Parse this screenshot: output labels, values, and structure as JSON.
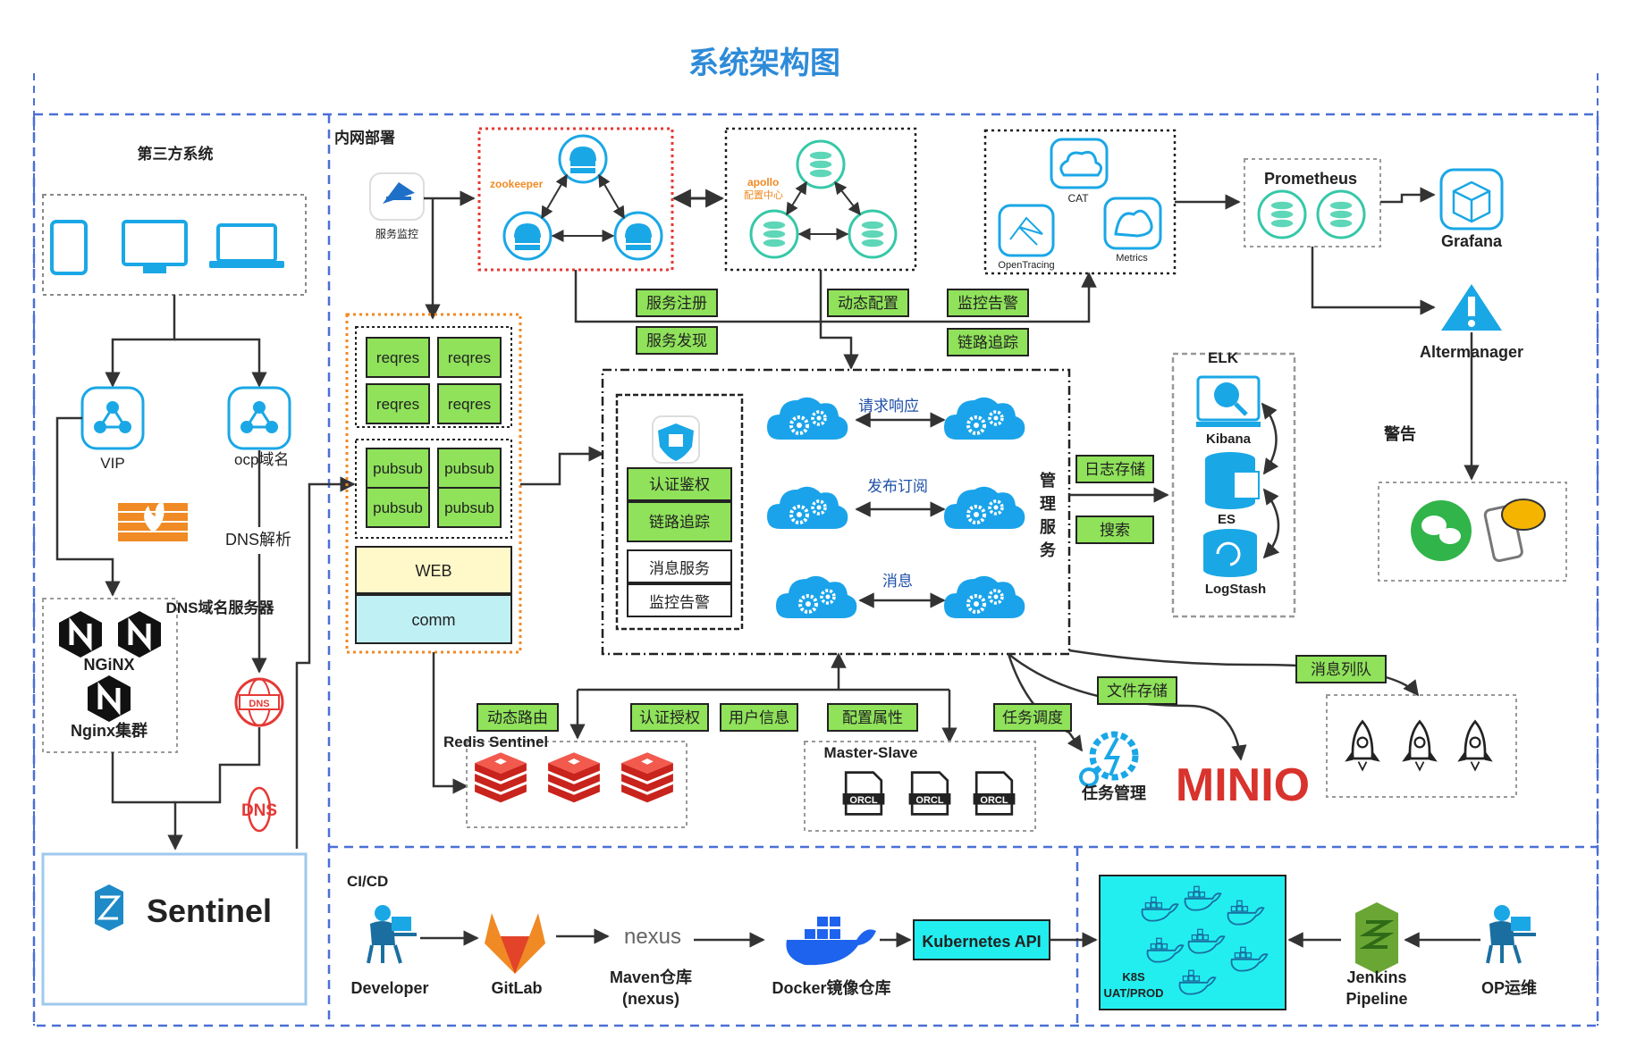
{
  "title": "系统架构图",
  "colors": {
    "title": "#2e8bd8",
    "panel_dash": "#4a6fd6",
    "green_label": "#8fe25a",
    "icon_blue": "#1aa7e6",
    "cloud_blue": "#1aa3ea",
    "zk_red": "#e53935",
    "mq_orange": "#f08a24",
    "redis_red": "#d8332c",
    "web_yellow": "#fff8c8",
    "comm_cyan": "#bff0f4",
    "k8s_cyan": "#22eef0",
    "wechat_green": "#31b44a"
  },
  "sections": {
    "third_party": "第三方系统",
    "intranet": "内网部署",
    "cicd": "CI/CD"
  },
  "left": {
    "vip": "VIP",
    "ocp_domain": "ocp域名",
    "dns_resolve": "DNS解析",
    "dns_server": "DNS域名服务器",
    "nginx_cluster": "Nginx集群",
    "nginx_word": "NGiNX",
    "dns_word": "DNS",
    "sentinel": "Sentinel"
  },
  "top": {
    "service_monitor": "服务监控",
    "zookeeper": "zookeeper",
    "apollo": "apollo",
    "apollo_sub": "配置中心",
    "cat": "CAT",
    "opentracing": "OpenTracing",
    "metrics": "Metrics",
    "prometheus": "Prometheus",
    "grafana": "Grafana",
    "altermanager": "Altermanager",
    "alert": "警告"
  },
  "labels": {
    "service_register": "服务注册",
    "service_discovery": "服务发现",
    "dynamic_config": "动态配置",
    "monitor_alert": "监控告警",
    "trace": "链路追踪",
    "log_store": "日志存储",
    "search": "搜索",
    "file_store": "文件存储",
    "task_schedule": "任务调度",
    "dynamic_route": "动态路由",
    "auth": "认证授权",
    "user_info": "用户信息",
    "config_attr": "配置属性",
    "message_queue": "消息列队"
  },
  "app_stack": {
    "reqres": [
      "reqres",
      "reqres",
      "reqres",
      "reqres"
    ],
    "pubsub": [
      "pubsub",
      "pubsub",
      "pubsub",
      "pubsub"
    ],
    "web": "WEB",
    "comm": "comm"
  },
  "core": {
    "auth": "认证鉴权",
    "trace": "链路追踪",
    "msg_service": "消息服务",
    "monitor_alert": "监控告警",
    "request_response": "请求响应",
    "pub_sub": "发布订阅",
    "message": "消息",
    "management": "管理服务"
  },
  "elk": {
    "title": "ELK",
    "kibana": "Kibana",
    "es": "ES",
    "logstash": "LogStash"
  },
  "storage": {
    "redis_sentinel": "Redis Sentinel",
    "master_slave": "Master-Slave",
    "orcl": "ORCL",
    "task_mgmt": "任务管理",
    "minio": "MINIO"
  },
  "cicd": {
    "developer": "Developer",
    "gitlab": "GitLab",
    "nexus": "nexus",
    "maven": "Maven仓库",
    "maven_sub": "(nexus)",
    "docker": "Docker镜像仓库",
    "k8s_api": "Kubernetes API",
    "k8s": "K8S",
    "k8s_env": "UAT/PROD",
    "jenkins": "Jenkins",
    "jenkins_sub": "Pipeline",
    "op": "OP运维"
  }
}
